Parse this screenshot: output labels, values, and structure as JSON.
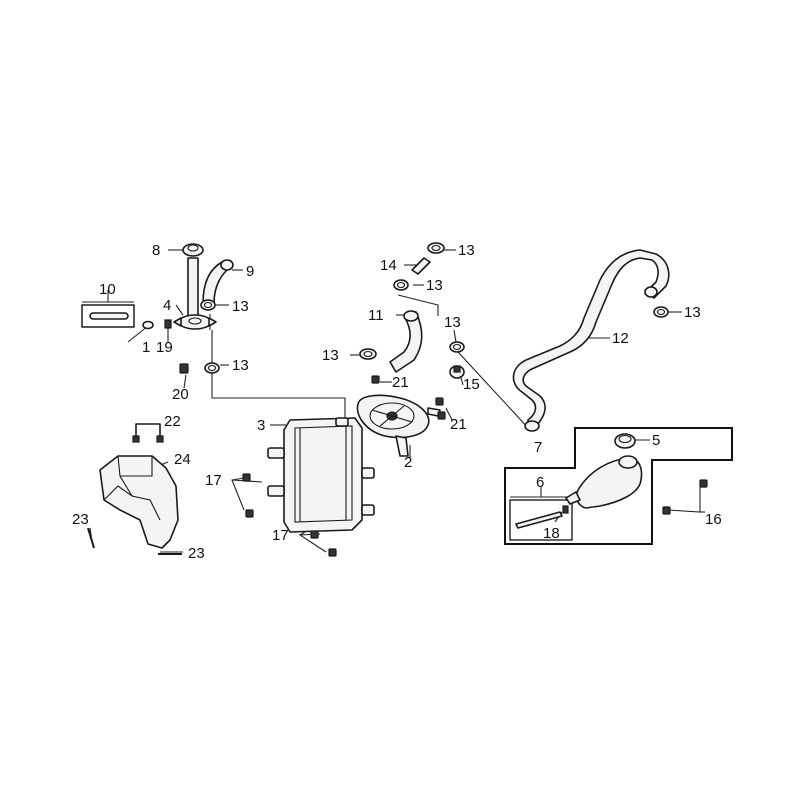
{
  "callouts": {
    "c1": "1",
    "c2": "2",
    "c3": "3",
    "c4": "4",
    "c5": "5",
    "c6": "6",
    "c7": "7",
    "c8": "8",
    "c9": "9",
    "c10": "10",
    "c11": "11",
    "c12": "12",
    "c13a": "13",
    "c13b": "13",
    "c13c": "13",
    "c13d": "13",
    "c13e": "13",
    "c13f": "13",
    "c13g": "13",
    "c14": "14",
    "c15": "15",
    "c16": "16",
    "c17a": "17",
    "c17b": "17",
    "c18": "18",
    "c19": "19",
    "c20": "20",
    "c21a": "21",
    "c21b": "21",
    "c22": "22",
    "c23a": "23",
    "c23b": "23",
    "c24": "24"
  }
}
